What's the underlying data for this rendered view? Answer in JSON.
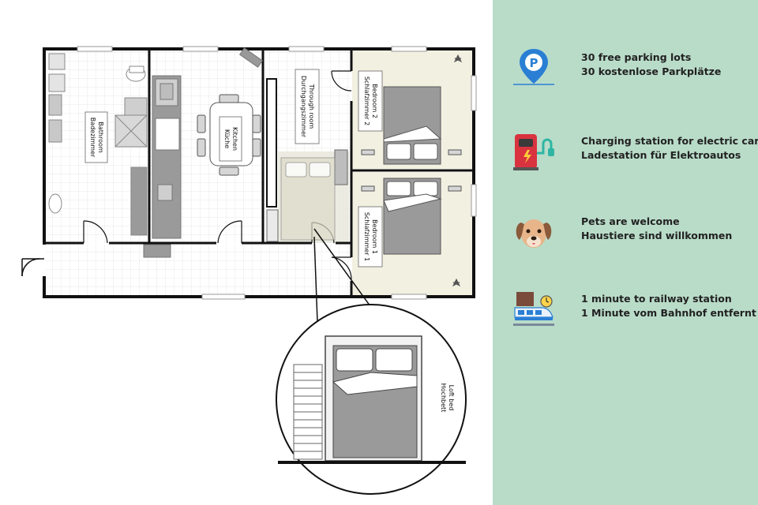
{
  "rooms": {
    "bathroom": [
      "Bathroom",
      "Badezimmer"
    ],
    "kitchen": [
      "Kitchen",
      "Küche"
    ],
    "through": [
      "Through room",
      "Durchgangszimmer"
    ],
    "bedroom2": [
      "Bedroom 2",
      "Schlafzimmer 2"
    ],
    "bedroom1": [
      "Bedroom 1",
      "Schlafzimmer 1"
    ],
    "loft": [
      "Loft bed",
      "Hochbett"
    ]
  },
  "features": [
    {
      "icon": "parking-pin-icon",
      "line1": "30 free parking lots",
      "line2": "30 kostenlose Parkplätze"
    },
    {
      "icon": "ev-charging-station-icon",
      "line1": "Charging station for electric cars",
      "line2": "Ladestation für Elektroautos"
    },
    {
      "icon": "dog-face-icon",
      "line1": "Pets are welcome",
      "line2": "Haustiere sind willkommen"
    },
    {
      "icon": "train-clock-icon",
      "line1": "1 minute to railway station",
      "line2": "1 Minute vom Bahnhof entfernt"
    }
  ],
  "colors": {
    "panel": "#b9dcc9",
    "wall": "#111111",
    "bedroom_floor": "#f2f0e1",
    "bed": "#9a9a9a",
    "parking_blue": "#2a7fd4",
    "charger_red": "#d9333f"
  }
}
